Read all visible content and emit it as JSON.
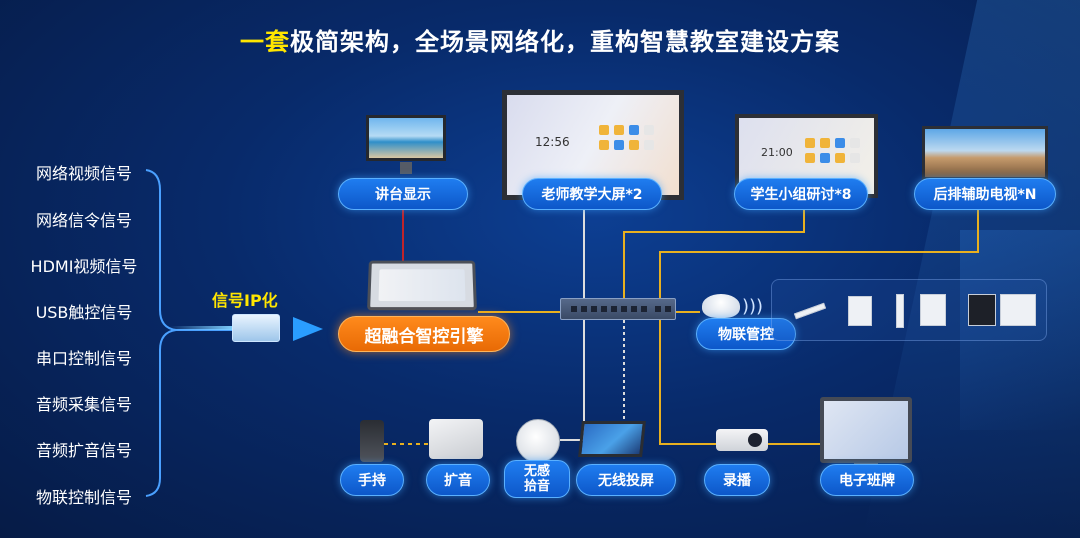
{
  "title": {
    "highlight": "一套",
    "rest": "极简架构，全场景网络化，重构智慧教室建设方案"
  },
  "signals": [
    "网络视频信号",
    "网络信令信号",
    "HDMI视频信号",
    "USB触控信号",
    "串口控制信号",
    "音频采集信号",
    "音频扩音信号",
    "物联控制信号"
  ],
  "ip_label": "信号IP化",
  "core_label": "超融合智控引擎",
  "displays": {
    "podium": "讲台显示",
    "teacher": "老师教学大屏*2",
    "student": "学生小组研讨*8",
    "rear": "后排辅助电视*N"
  },
  "screen_times": {
    "big": "12:56",
    "mid": "21:00"
  },
  "iot_label": "物联管控",
  "bottom": {
    "handheld": "手持",
    "speaker": "扩音",
    "pickup_line1": "无感",
    "pickup_line2": "拾音",
    "wireless": "无线投屏",
    "record": "录播",
    "board": "电子班牌"
  },
  "colors": {
    "pill": "#1f7df0",
    "core": "#ff8a1c",
    "highlight": "#ffe600",
    "line_gold": "#e8b020",
    "line_red": "#c0242a"
  },
  "icons": [
    "router-icon",
    "wifi-icon",
    "arrow-icon",
    "network-cable-icon"
  ]
}
